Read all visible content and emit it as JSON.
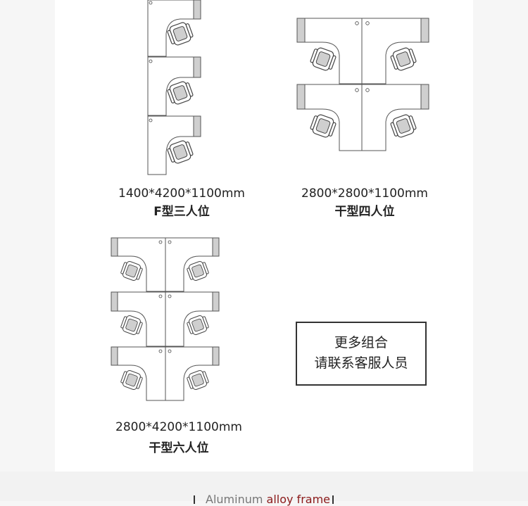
{
  "layouts": [
    {
      "dims": "1400*4200*1100mm",
      "name": "F型三人位"
    },
    {
      "dims": "2800*2800*1100mm",
      "name": "干型四人位"
    },
    {
      "dims": "2800*4200*1100mm",
      "name": "干型六人位"
    }
  ],
  "contact": {
    "line1": "更多组合",
    "line2": "请联系客服人员"
  },
  "banner": {
    "prefix": "Aluminum ",
    "accent": "alloy frame"
  },
  "colors": {
    "accent": "#8b1a1a",
    "panel": "#cfcfcf",
    "line": "#555555"
  }
}
